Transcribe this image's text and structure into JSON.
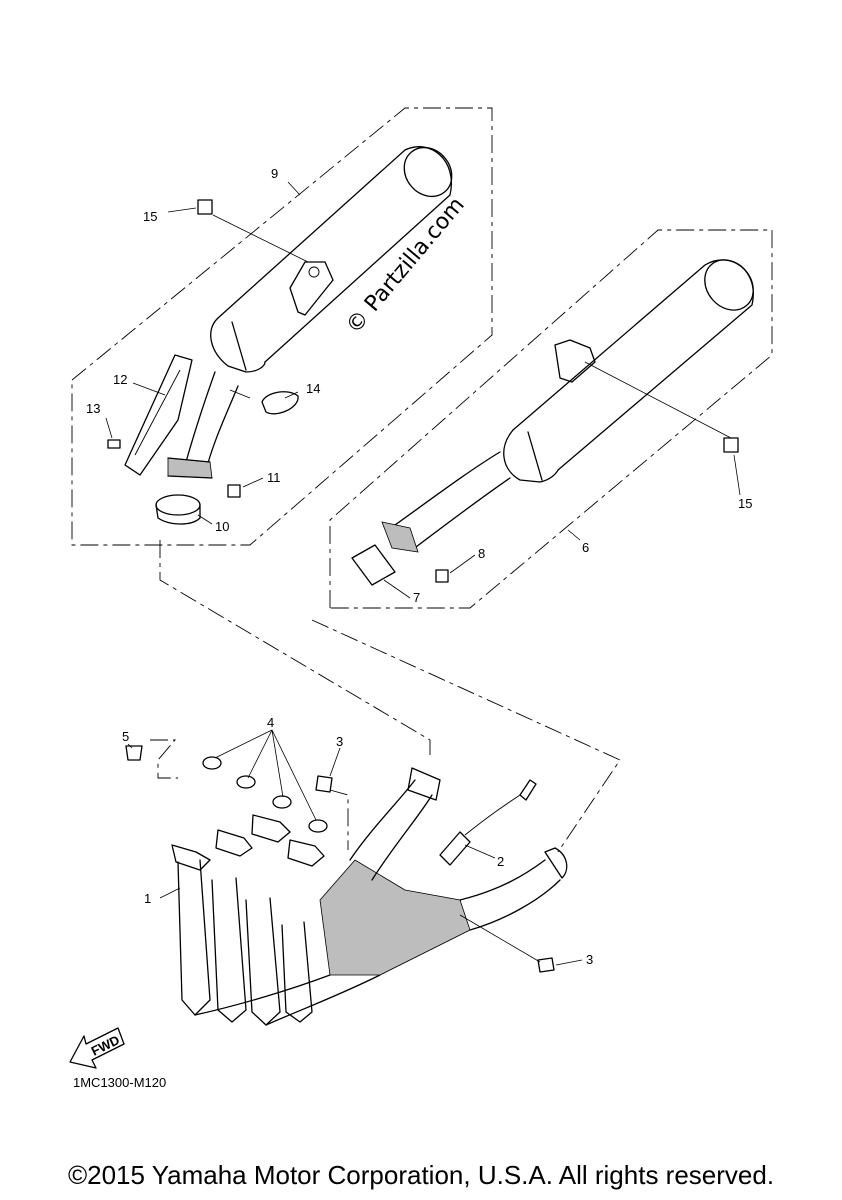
{
  "diagram": {
    "callouts": {
      "c1": "1",
      "c2": "2",
      "c3a": "3",
      "c3b": "3",
      "c4": "4",
      "c5": "5",
      "c6": "6",
      "c7": "7",
      "c8": "8",
      "c9": "9",
      "c10": "10",
      "c11": "11",
      "c12": "12",
      "c13": "13",
      "c14": "14",
      "c15a": "15",
      "c15b": "15"
    },
    "watermark": "© Partzilla.com",
    "fwd_label": "FWD",
    "diagram_code": "1MC1300-M120"
  },
  "footer": {
    "copyright": "©2015 Yamaha Motor Corporation, U.S.A. All rights reserved."
  }
}
